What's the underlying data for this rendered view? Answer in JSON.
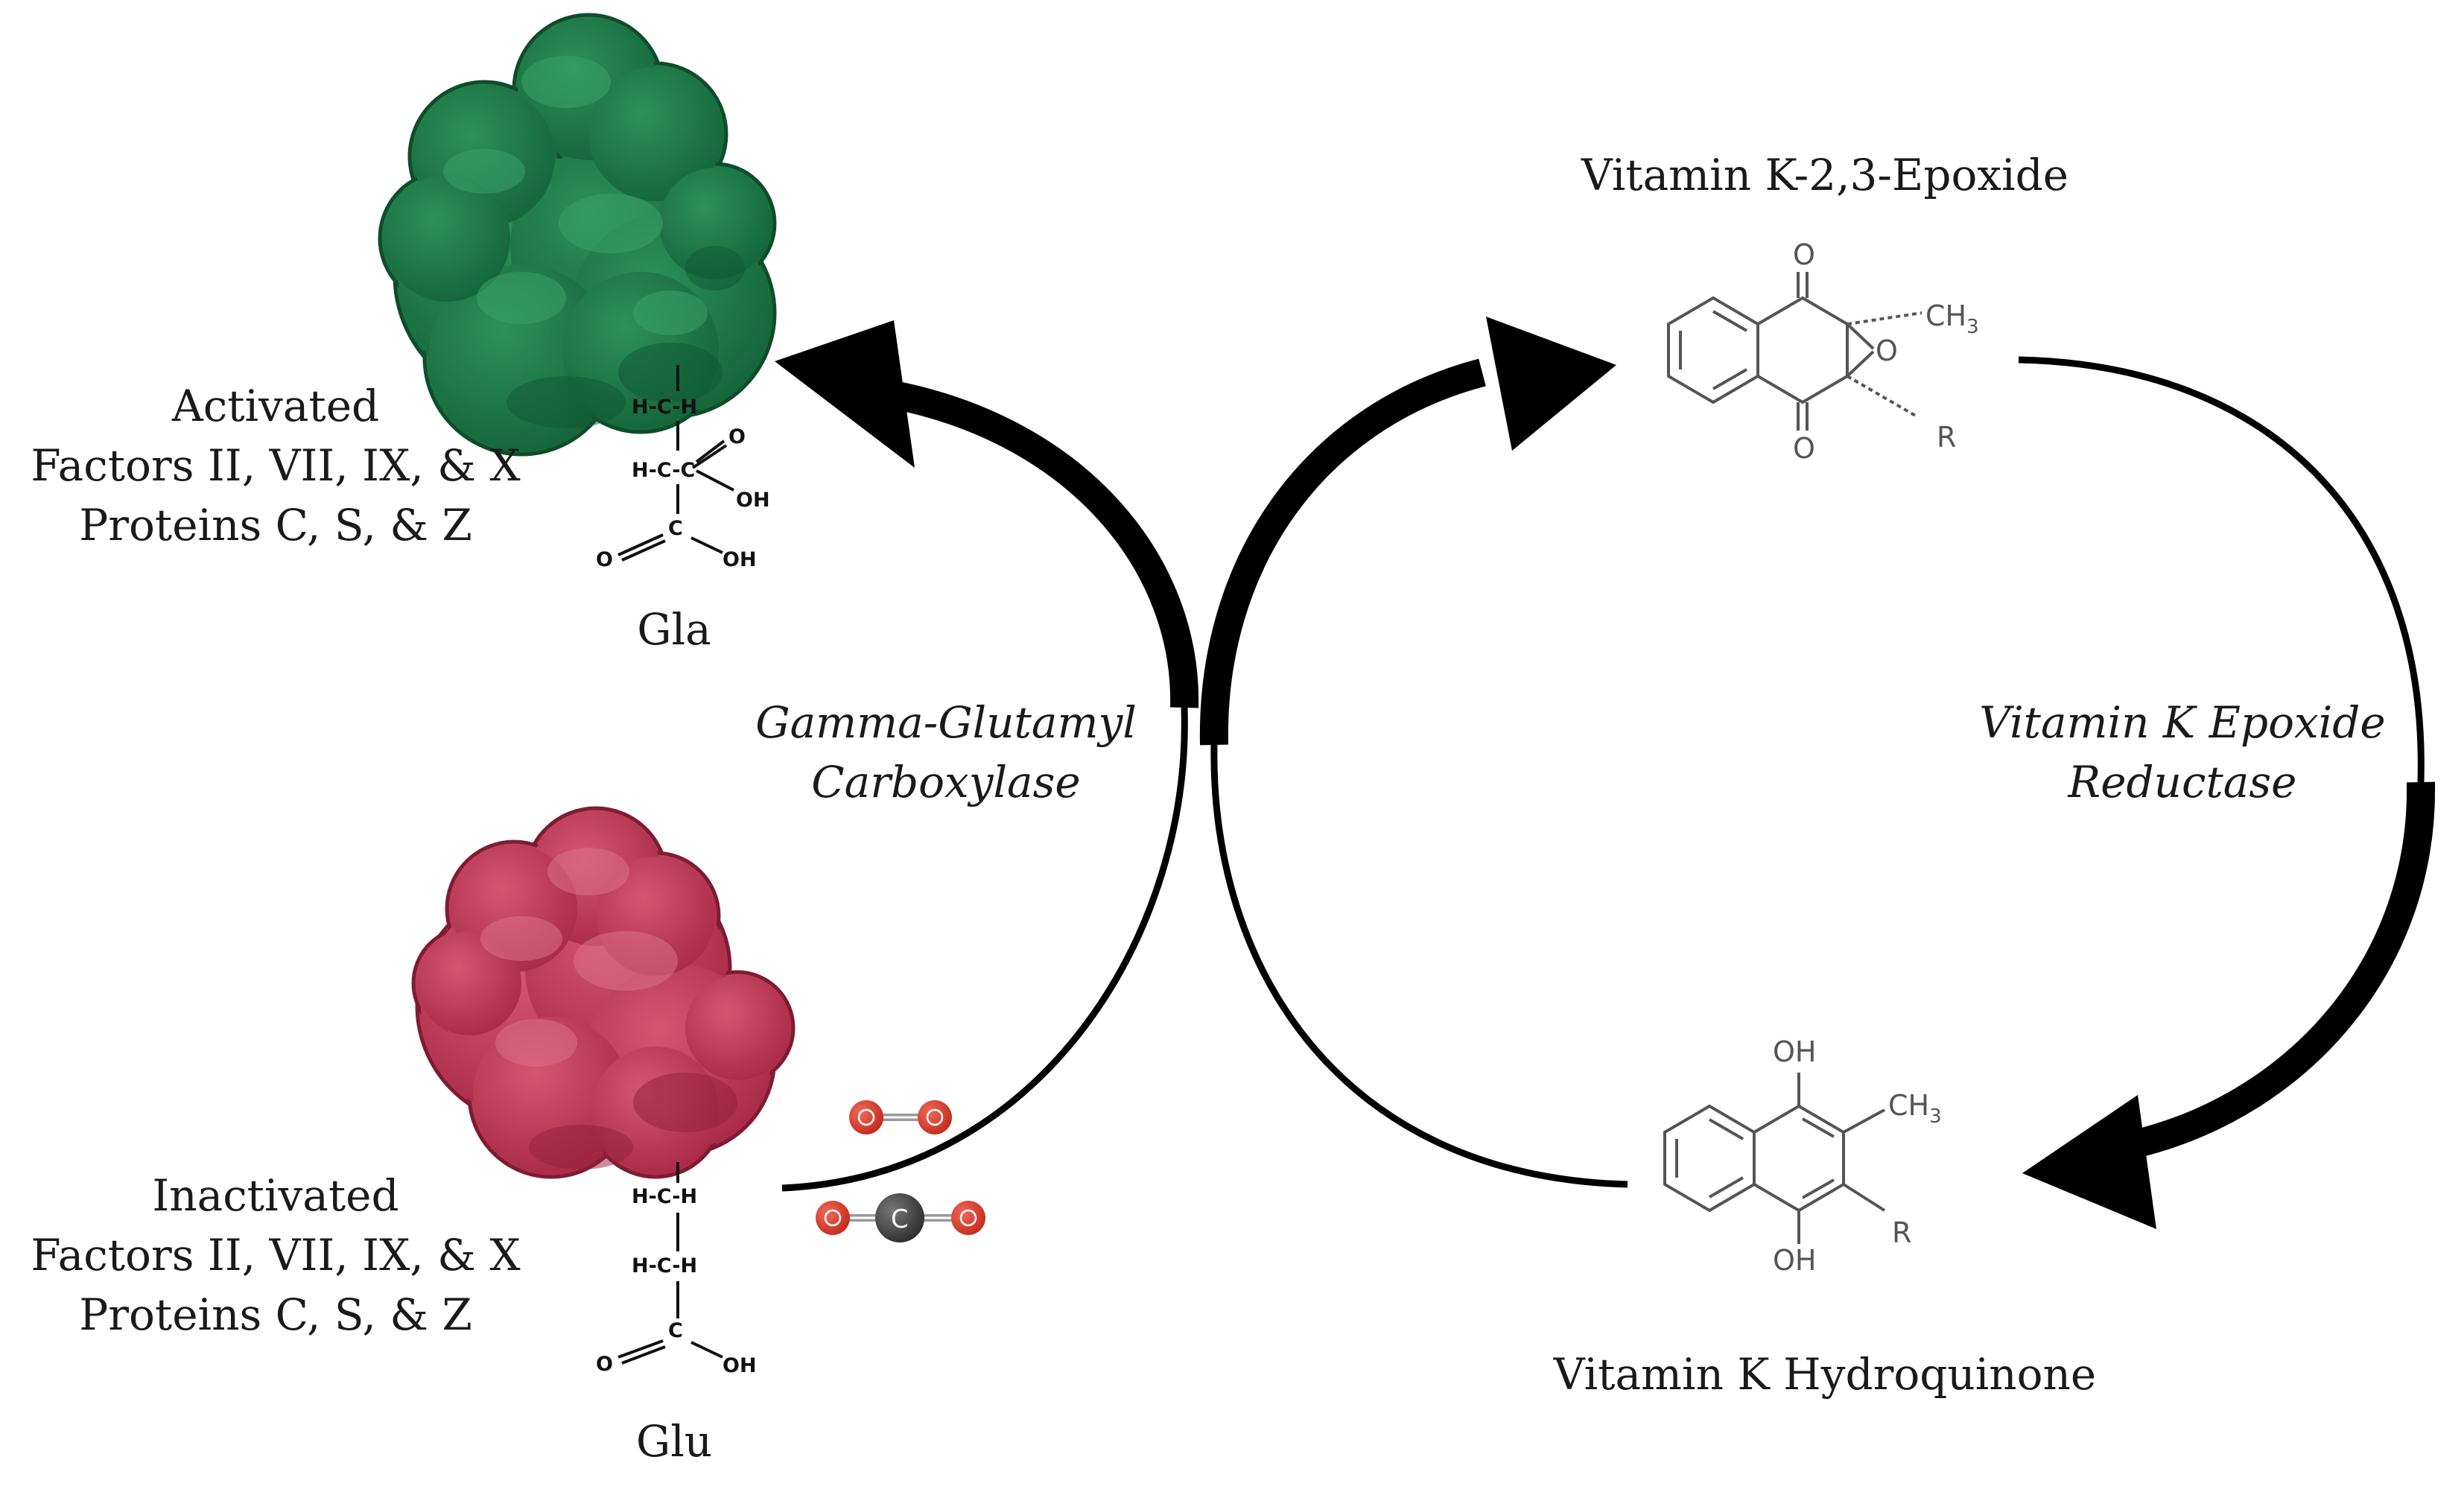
{
  "labels": {
    "activated": [
      "Activated",
      "Factors II, VII, IX, & X",
      "Proteins C, S, & Z"
    ],
    "inactivated": [
      "Inactivated",
      "Factors II, VII, IX, & X",
      "Proteins C, S, & Z"
    ],
    "gla": "Gla",
    "glu": "Glu",
    "carboxylase": [
      "Gamma-Glutamyl",
      "Carboxylase"
    ],
    "reductase": [
      "Vitamin K Epoxide",
      "Reductase"
    ],
    "epoxide": "Vitamin K-2,3-Epoxide",
    "hydroquinone": "Vitamin K Hydroquinone"
  },
  "chem": {
    "hch": "H-C-H",
    "hcc": "H-C-C",
    "c": "C",
    "o": "O",
    "oh": "OH",
    "ch3": "CH3",
    "r": "R"
  },
  "molecules": {
    "o2_atoms": [
      "O",
      "O"
    ],
    "co2_atoms": [
      "O",
      "C",
      "O"
    ]
  },
  "colors": {
    "active_protein": "#1d7a45",
    "inactive_protein": "#c03a58",
    "arrow": "#000000",
    "oxygen_atom": "#d93a2b",
    "carbon_atom": "#444444"
  }
}
